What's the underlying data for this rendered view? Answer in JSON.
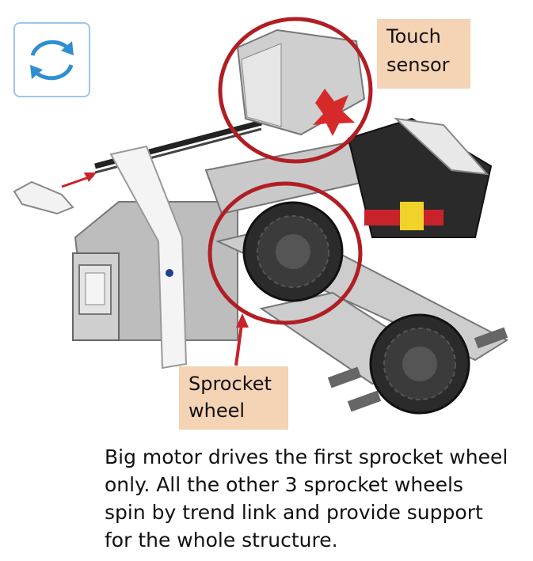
{
  "icons": {
    "rotate": "rotate-arrows-icon"
  },
  "colors": {
    "highlight": "#b01e24",
    "callout_bg": "#f5d3b5",
    "icon_blue": "#2f8fd0"
  },
  "callouts": {
    "touch_sensor": {
      "line1": "Touch",
      "line2": "sensor"
    },
    "sprocket_wheel": {
      "line1": "Sprocket",
      "line2": "wheel"
    }
  },
  "caption": {
    "lines": [
      "Big motor drives the first sprocket wheel",
      "only. All the other 3 sprocket wheels",
      "spin by trend link and provide support",
      "for the whole structure."
    ]
  }
}
